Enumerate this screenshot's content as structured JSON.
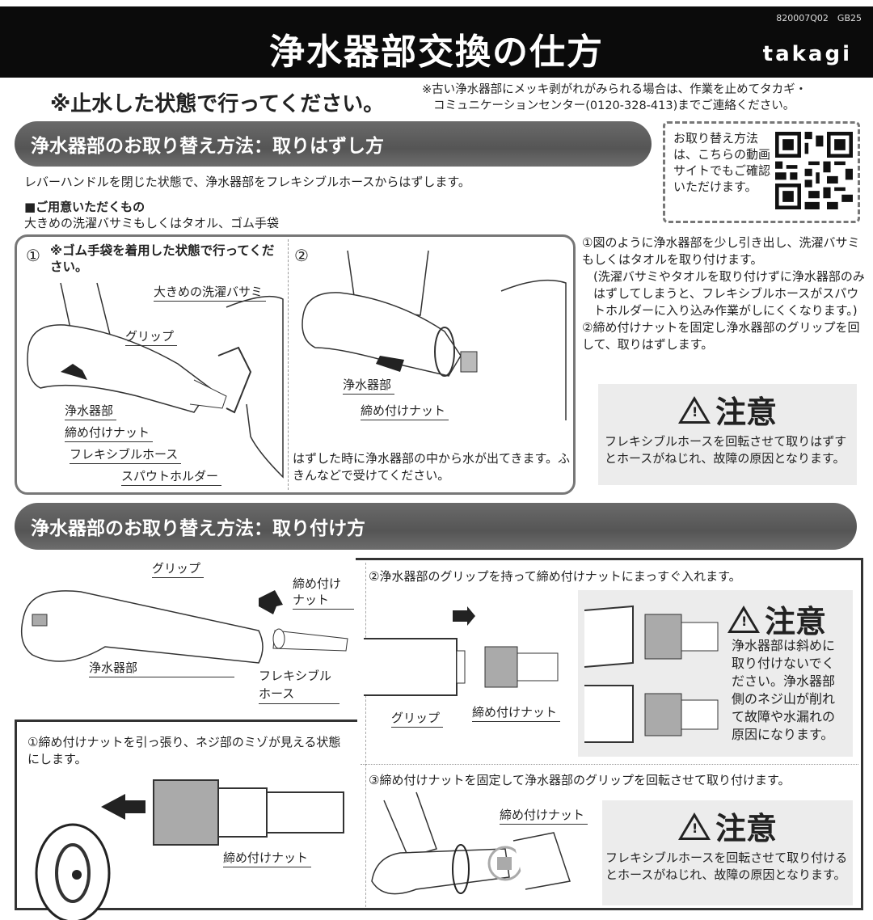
{
  "header": {
    "title": "浄水器部交換の仕方",
    "code": "820007Q02　GB25",
    "logo": "takagi"
  },
  "notice": {
    "stop_water": "※止水した状態で行ってください。",
    "plating_line1": "※古い浄水器部にメッキ剥がれがみられる場合は、作業を止めてタカギ・",
    "plating_line2": "コミュニケーションセンター(0120-328-413)までご連絡ください。"
  },
  "qr": {
    "text": "お取り替え方法は、こちらの動画サイトでもご確認いただけます。",
    "icon": "qr-code"
  },
  "removal": {
    "heading": "浄水器部のお取り替え方法：取りはずし方",
    "intro": "レバーハンドルを閉じた状態で、浄水器部をフレキシブルホースからはずします。",
    "prep_title": "■ご用意いただくもの",
    "prep_items": "大きめの洗濯バサミもしくはタオル、ゴム手袋",
    "fig1": {
      "num": "①",
      "note": "※ゴム手袋を着用した状態で行ってください。",
      "labels": [
        "大きめの洗濯バサミ",
        "グリップ",
        "浄水器部",
        "締め付けナット",
        "フレキシブルホース",
        "スパウトホルダー"
      ]
    },
    "fig2": {
      "num": "②",
      "labels": [
        "浄水器部",
        "締め付けナット"
      ],
      "note": "はずした時に浄水器部の中から水が出てきます。ふきんなどで受けてください。"
    },
    "steps": [
      "①図のように浄水器部を少し引き出し、洗濯バサミもしくはタオルを取り付けます。",
      "(洗濯バサミやタオルを取り付けずに浄水器部のみはずしてしまうと、フレキシブルホースがスパウトホルダーに入り込み作業がしにくくなります。)",
      "②締め付けナットを固定し浄水器部のグリップを回して、取りはずします。"
    ],
    "caution": {
      "title": "注意",
      "text": "フレキシブルホースを回転させて取りはずすとホースがねじれ、故障の原因となります。"
    }
  },
  "install": {
    "heading": "浄水器部のお取り替え方法：取り付け方",
    "overview_labels": {
      "grip": "グリップ",
      "nut": "締め付けナット",
      "purifier": "浄水器部",
      "hose": "フレキシブルホース"
    },
    "step1": {
      "text": "①締め付けナットを引っ張り、ネジ部のミゾが見える状態にします。",
      "label": "締め付けナット"
    },
    "step2": {
      "text": "②浄水器部のグリップを持って締め付けナットにまっすぐ入れます。",
      "labels": [
        "グリップ",
        "締め付けナット"
      ],
      "caution": {
        "title": "注意",
        "text": "浄水器部は斜めに取り付けないでください。浄水器部側のネジ山が削れて故障や水漏れの原因になります。"
      }
    },
    "step3": {
      "text": "③締め付けナットを固定して浄水器部のグリップを回転させて取り付けます。",
      "label": "締め付けナット",
      "caution": {
        "title": "注意",
        "text": "フレキシブルホースを回転させて取り付けるとホースがねじれ、故障の原因となります。"
      }
    }
  }
}
